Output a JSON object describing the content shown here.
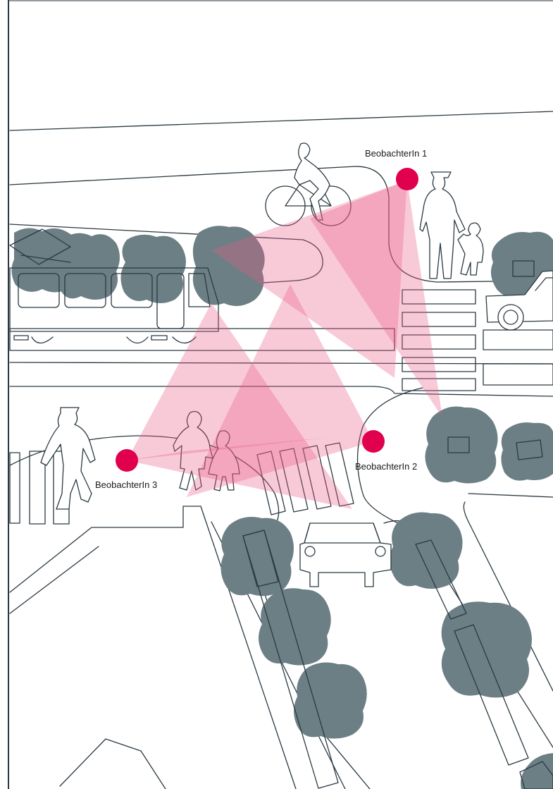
{
  "observers": [
    {
      "id": "observer-1",
      "label": "BeobachterIn 1"
    },
    {
      "id": "observer-2",
      "label": "BeobachterIn 2"
    },
    {
      "id": "observer-3",
      "label": "BeobachterIn 3"
    }
  ],
  "colors": {
    "observer_dot": "#e0004d",
    "view_cone": "#e85a85",
    "tree": "#6c7f85",
    "line": "#2a3942",
    "background": "#ffffff"
  }
}
